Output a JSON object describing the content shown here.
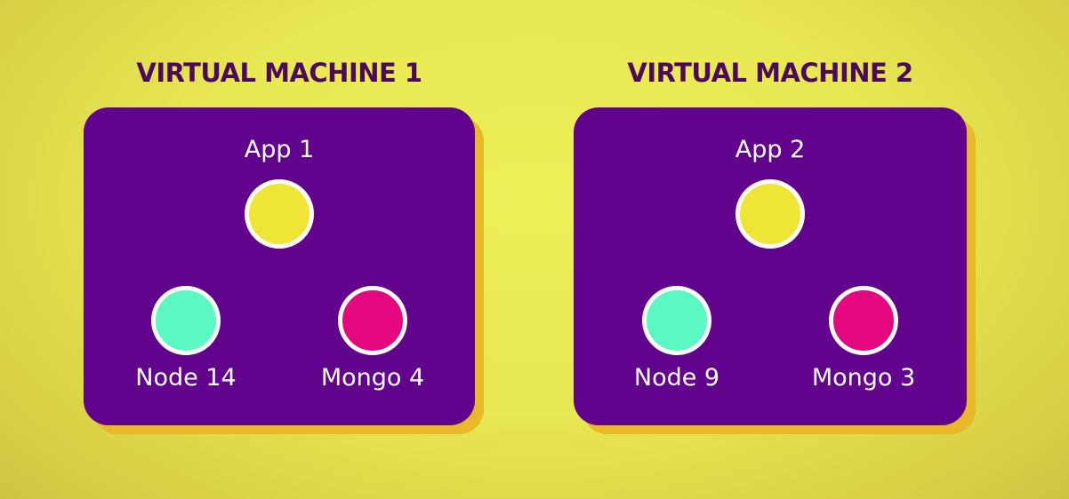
{
  "colors": {
    "background": "#e8e852",
    "title_text": "#4b0a5c",
    "box_fill": "#61038c",
    "box_shadow": "#e9b92a",
    "app": "#efe534",
    "node": "#5cf8c3",
    "mongo": "#e4077e",
    "circle_border": "#ffffff"
  },
  "machines": [
    {
      "title": "VIRTUAL MACHINE 1",
      "app": "App 1",
      "node": "Node 14",
      "mongo": "Mongo 4"
    },
    {
      "title": "VIRTUAL MACHINE 2",
      "app": "App 2",
      "node": "Node 9",
      "mongo": "Mongo 3"
    }
  ]
}
